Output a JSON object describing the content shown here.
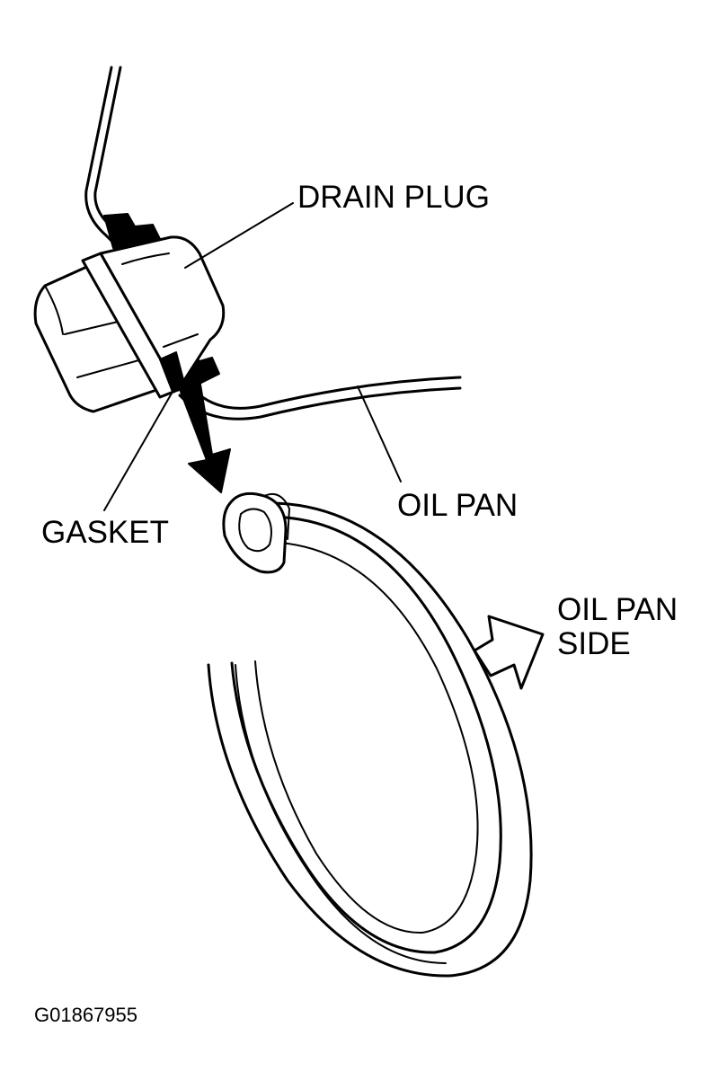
{
  "labels": {
    "drain_plug": "DRAIN PLUG",
    "gasket": "GASKET",
    "oil_pan": "OIL PAN",
    "oil_pan_side_line1": "OIL PAN",
    "oil_pan_side_line2": "SIDE"
  },
  "figure_code": "G01867955",
  "colors": {
    "ink": "#000000",
    "background": "#ffffff"
  }
}
